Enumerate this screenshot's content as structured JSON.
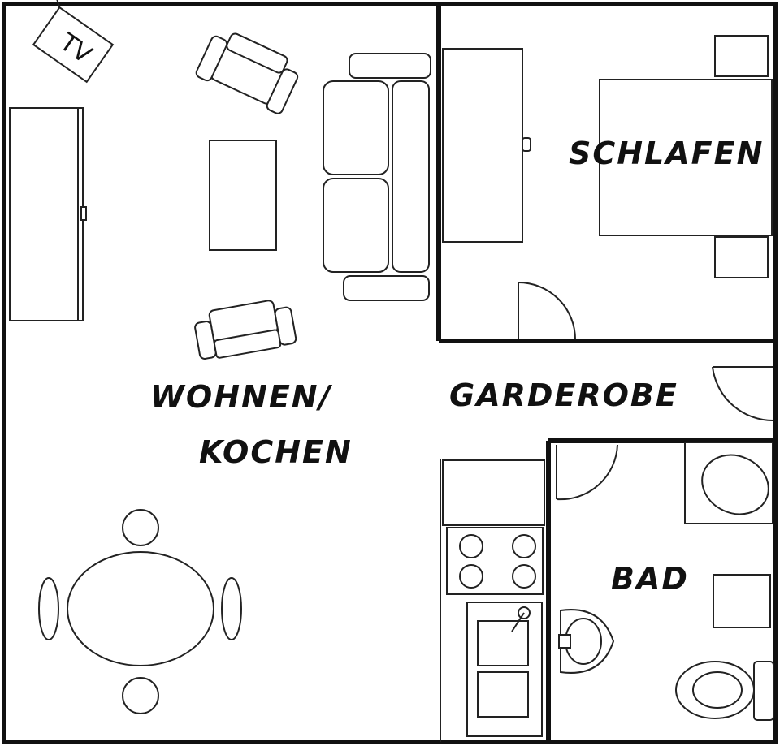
{
  "rooms": {
    "wohnen_line1": "WOHNEN/",
    "wohnen_line2": "KOCHEN",
    "schlafen": "SCHLAFEN",
    "garderobe": "GARDEROBE",
    "bad": "BAD"
  },
  "furniture": {
    "tv_label": "TV"
  },
  "colors": {
    "wall": "#111111",
    "line": "#222222",
    "background": "#ffffff"
  }
}
